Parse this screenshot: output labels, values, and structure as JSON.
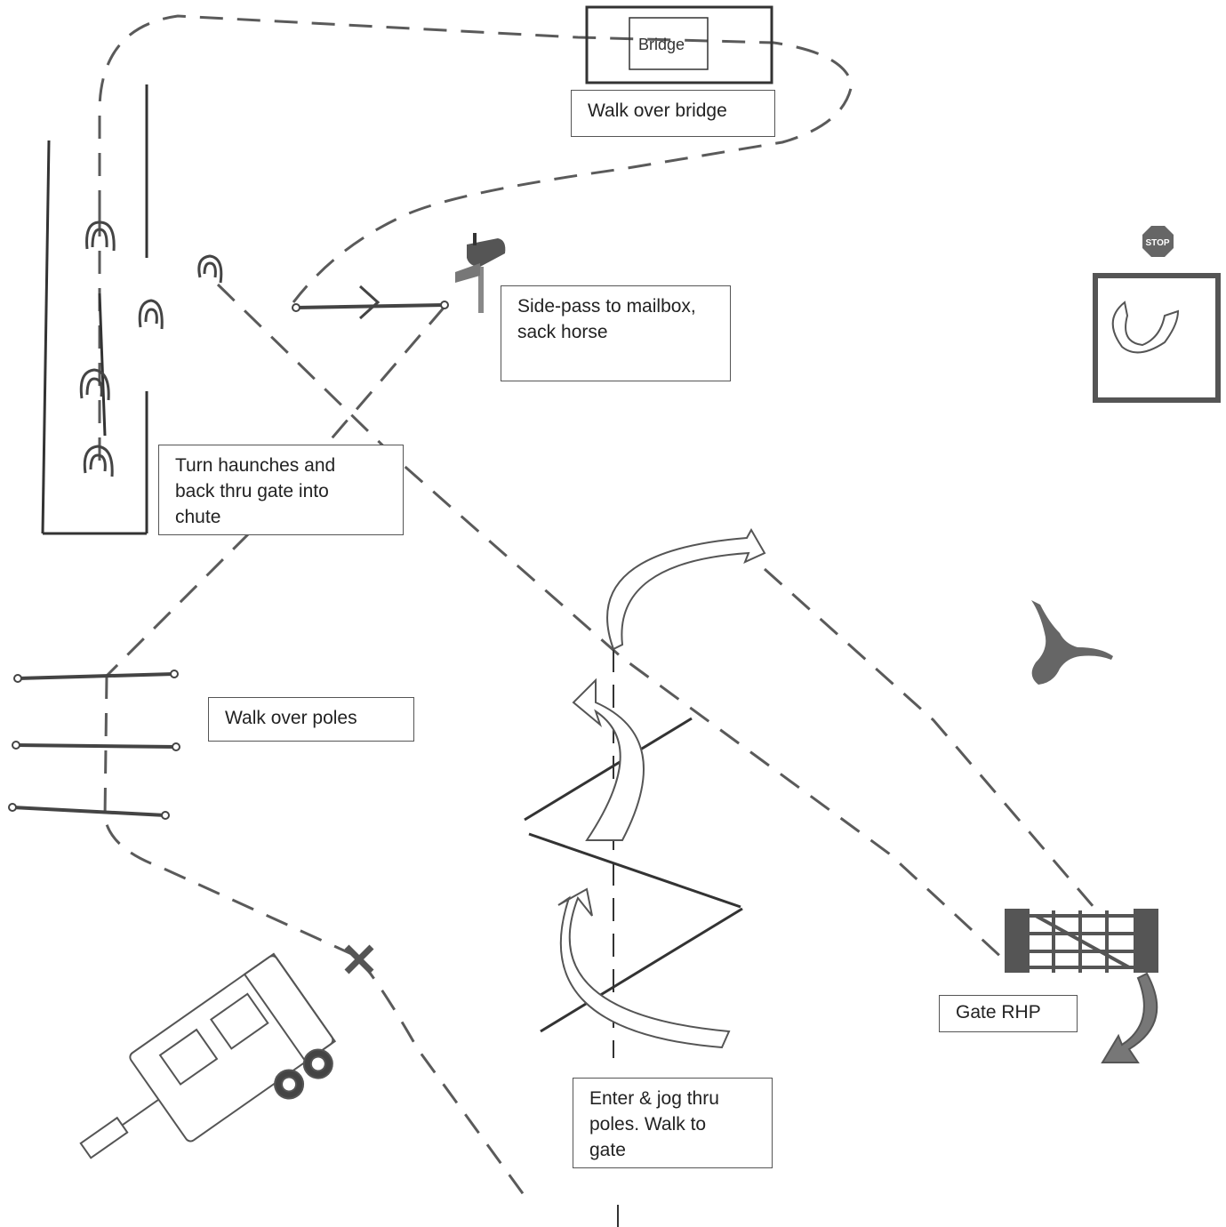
{
  "labels": {
    "bridge": "Bridge",
    "walk_over_bridge": "Walk over bridge",
    "side_pass": "Side-pass to mailbox,\nsack horse",
    "turn_haunches": "Turn haunches and\nback thru gate into\nchute",
    "walk_over_poles": "Walk over poles",
    "enter_jog": "Enter & jog thru\npoles. Walk to\ngate",
    "gate_rhp": "Gate RHP",
    "stop": "STOP"
  },
  "colors": {
    "ink": "#333333",
    "dash": "#5a5a5a",
    "arrow_fill": "#ffffff",
    "gate_dark": "#555555",
    "stop_red": "#666666"
  },
  "icons": [
    "bridge-icon",
    "horseshoe-icon",
    "mailbox-icon",
    "pole-icon",
    "trailer-icon",
    "gate-icon",
    "stop-sign-icon",
    "steer-icon",
    "x-marker-icon",
    "curved-arrow-icon"
  ]
}
